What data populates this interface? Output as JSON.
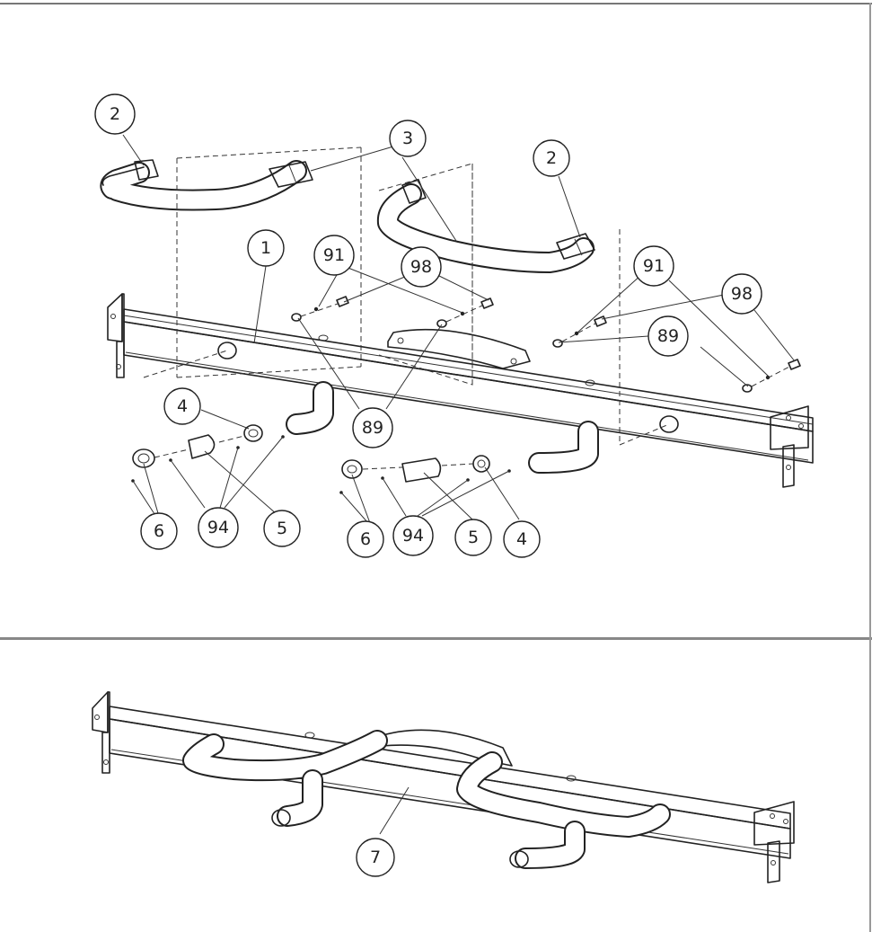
{
  "figure": {
    "callouts_top": [
      {
        "id": "c2a",
        "label": "2"
      },
      {
        "id": "c3",
        "label": "3"
      },
      {
        "id": "c2b",
        "label": "2"
      },
      {
        "id": "c1",
        "label": "1"
      },
      {
        "id": "c91a",
        "label": "91"
      },
      {
        "id": "c98a",
        "label": "98"
      },
      {
        "id": "c91b",
        "label": "91"
      },
      {
        "id": "c98b",
        "label": "98"
      },
      {
        "id": "c89a",
        "label": "89"
      },
      {
        "id": "c89b",
        "label": "89"
      },
      {
        "id": "c4a",
        "label": "4"
      },
      {
        "id": "c6a",
        "label": "6"
      },
      {
        "id": "c94a",
        "label": "94"
      },
      {
        "id": "c5a",
        "label": "5"
      },
      {
        "id": "c6b",
        "label": "6"
      },
      {
        "id": "c94b",
        "label": "94"
      },
      {
        "id": "c5b",
        "label": "5"
      },
      {
        "id": "c4b",
        "label": "4"
      }
    ],
    "callouts_bottom": [
      {
        "id": "c7",
        "label": "7"
      }
    ]
  }
}
